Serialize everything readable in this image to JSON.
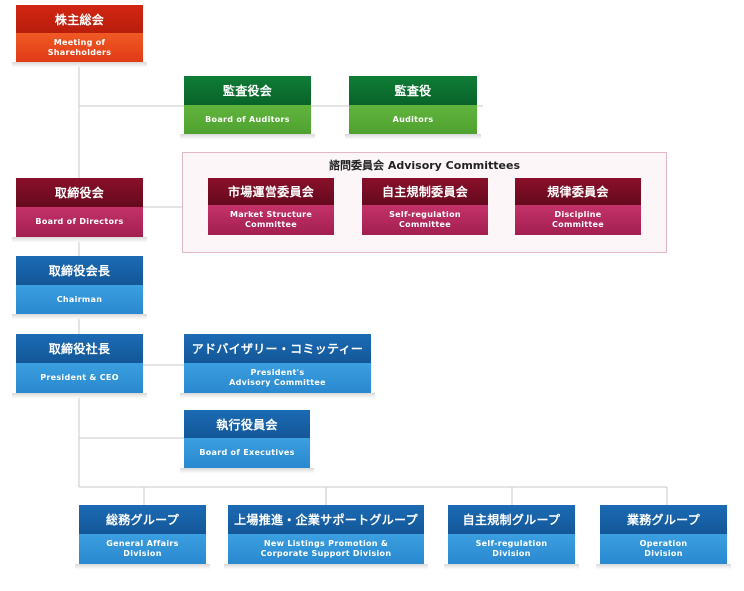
{
  "diagram": {
    "general_meeting": {
      "jp": "株主総会",
      "en": "Meeting of\nShareholders"
    },
    "board_of_auditors": {
      "jp": "監査役会",
      "en": "Board of Auditors"
    },
    "auditors": {
      "jp": "監査役",
      "en": "Auditors"
    },
    "advisory_committees": {
      "title": "諮問委員会 Advisory Committees"
    },
    "market_structure": {
      "jp": "市場運営委員会",
      "en": "Market Structure\nCommittee"
    },
    "self_regulation_committee": {
      "jp": "自主規制委員会",
      "en": "Self-regulation\nCommittee"
    },
    "discipline": {
      "jp": "規律委員会",
      "en": "Discipline\nCommittee"
    },
    "board_of_directors": {
      "jp": "取締役会",
      "en": "Board of Directors"
    },
    "chairman": {
      "jp": "取締役会長",
      "en": "Chairman"
    },
    "president": {
      "jp": "取締役社長",
      "en": "President & CEO"
    },
    "presidents_advisory": {
      "jp": "アドバイザリー・コミッティー",
      "en": "President's\nAdvisory Committee"
    },
    "board_of_executives": {
      "jp": "執行役員会",
      "en": "Board of Executives"
    },
    "general_affairs": {
      "jp": "総務グループ",
      "en": "General Affairs\nDivision"
    },
    "new_listings": {
      "jp": "上場推進・企業サポートグループ",
      "en": "New Listings Promotion &\nCorporate Support Division"
    },
    "self_regulation_division": {
      "jp": "自主規制グループ",
      "en": "Self-regulation\nDivision"
    },
    "operation": {
      "jp": "業務グループ",
      "en": "Operation\nDivision"
    }
  },
  "colors": {
    "red": "#d22612",
    "green": "#0f7d36",
    "wine": "#8a0f2a",
    "blue": "#1c6bb4",
    "connector": "#c8c8c8"
  }
}
